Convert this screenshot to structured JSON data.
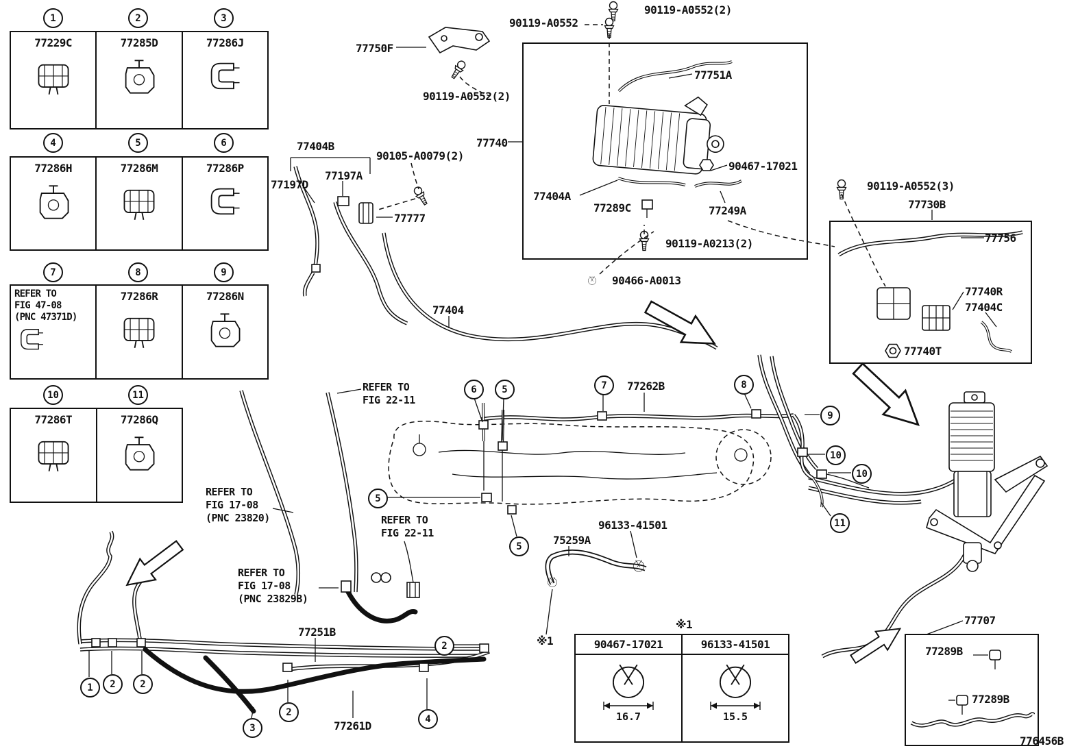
{
  "doc_number": "776456B",
  "clip_tables": [
    {
      "columns": [
        {
          "num": "1",
          "part": "77229C"
        },
        {
          "num": "2",
          "part": "77285D"
        },
        {
          "num": "3",
          "part": "77286J"
        }
      ]
    },
    {
      "columns": [
        {
          "num": "4",
          "part": "77286H"
        },
        {
          "num": "5",
          "part": "77286M"
        },
        {
          "num": "6",
          "part": "77286P"
        }
      ]
    },
    {
      "columns": [
        {
          "num": "7",
          "note": [
            "REFER TO",
            "FIG 47-08",
            "(PNC 47371D)"
          ]
        },
        {
          "num": "8",
          "part": "77286R"
        },
        {
          "num": "9",
          "part": "77286N"
        }
      ]
    },
    {
      "columns": [
        {
          "num": "10",
          "part": "77286T"
        },
        {
          "num": "11",
          "part": "77286Q"
        }
      ]
    }
  ],
  "part_labels": {
    "p77750F": "77750F",
    "p90119_A0552": "90119-A0552",
    "p90119_A0552_2_top": "90119-A0552(2)",
    "p90119_A0552_2_bracket": "90119-A0552(2)",
    "p77751A": "77751A",
    "p77740": "77740",
    "p77404A": "77404A",
    "p77289C": "77289C",
    "p77249A": "77249A",
    "p90467_17021": "90467-17021",
    "p90119_A0213_2": "90119-A0213(2)",
    "p90466_A0013": "90466-A0013",
    "p90119_A0552_3": "90119-A0552(3)",
    "p77730B": "77730B",
    "p77756": "77756",
    "p77740R": "77740R",
    "p77404C": "77404C",
    "p77740T": "77740T",
    "p77404B": "77404B",
    "p90105_A0079_2": "90105-A0079(2)",
    "p77197D": "77197D",
    "p77197A": "77197A",
    "p77777": "77777",
    "p77404": "77404",
    "p77262B": "77262B",
    "p75259A": "75259A",
    "p96133_41501": "96133-41501",
    "p77251B": "77251B",
    "p77261D": "77261D",
    "p77707": "77707"
  },
  "notes": {
    "fig2211_a": [
      "REFER TO",
      "FIG 22-11"
    ],
    "fig1708_a": [
      "REFER TO",
      "FIG 17-08",
      "(PNC 23820)"
    ],
    "fig2211_b": [
      "REFER TO",
      "FIG 22-11"
    ],
    "fig1708_b": [
      "REFER TO",
      "FIG 17-08",
      "(PNC 23829B)"
    ]
  },
  "callouts": {
    "c6": "6",
    "c5a": "5",
    "c7": "7",
    "c8": "8",
    "c9": "9",
    "c10a": "10",
    "c10b": "10",
    "c11": "11",
    "c5b": "5",
    "c5c": "5",
    "c2a": "2",
    "c1": "1",
    "c2b": "2",
    "c2c": "2",
    "c3": "3",
    "c2d": "2",
    "c4": "4"
  },
  "ref_marks": {
    "near_clamp": "※1",
    "above_table": "※1"
  },
  "clamp_table": {
    "columns": [
      {
        "header": "90467-17021",
        "dimension": "16.7"
      },
      {
        "header": "96133-41501",
        "dimension": "15.5"
      }
    ]
  },
  "grommet_box": {
    "label_top": "77289B",
    "label_bottom": "77289B"
  }
}
